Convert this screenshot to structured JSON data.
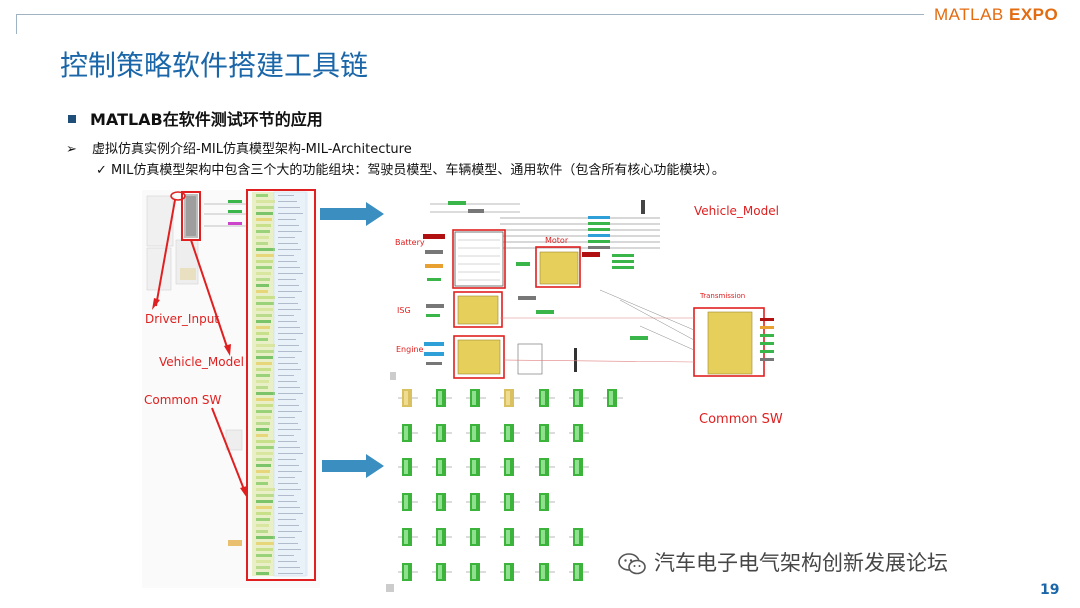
{
  "header": {
    "brand_part1": "MATLAB ",
    "brand_part2": "EXPO"
  },
  "page": {
    "title": "控制策略软件搭建工具链",
    "bullet_main": "MATLAB在软件测试环节的应用",
    "bullet_sub": "虚拟仿真实例介绍-MIL仿真模型架构-MIL-Architecture",
    "bullet_sub_marker": "➢",
    "bullet_detail": "✓ MIL仿真模型架构中包含三个大的功能组块：驾驶员模型、车辆模型、通用软件（包含所有核心功能模块）。",
    "page_number": "19"
  },
  "left_diagram": {
    "labels": {
      "driver_input": "Driver_Input",
      "vehicle_model": "Vehicle_Model",
      "common_sw": "Common SW"
    }
  },
  "right_diagram": {
    "labels": {
      "vehicle_model": "Vehicle_Model",
      "battery": "Battery",
      "motor": "Motor",
      "isg": "ISG",
      "engine": "Engine",
      "transmission": "Transmission",
      "common_sw": "Common SW"
    }
  },
  "watermark": {
    "text": "汽车电子电气架构创新发展论坛",
    "icon": "wechat-icon"
  },
  "colors": {
    "accent": "#1a66a8",
    "brand": "#e36b10",
    "annotation": "#e02020",
    "arrow": "#3a8fc0",
    "block_yellow": "#e6cf5a",
    "block_green": "#3cb43c"
  }
}
